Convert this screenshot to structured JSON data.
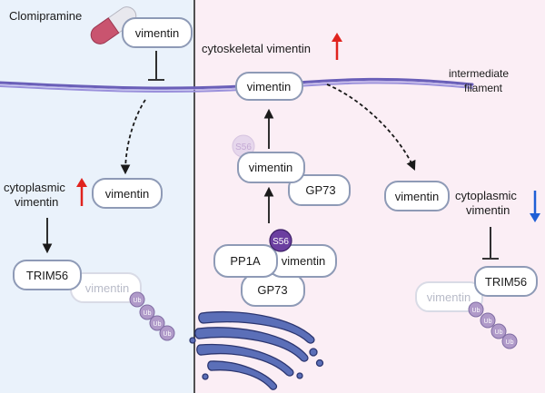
{
  "left_panel": {
    "drug_label": "Clomipramine",
    "vimentin_bound": "vimentin",
    "vimentin_free": "vimentin",
    "cytoplasmic_label_line1": "cytoplasmic",
    "cytoplasmic_label_line2": "vimentin",
    "trim56": "TRIM56",
    "vimentin_ubiquitinated": "vimentin",
    "ub_tags": [
      "Ub",
      "Ub",
      "Ub",
      "Ub"
    ]
  },
  "right_panel": {
    "cytoskeletal_label": "cytoskeletal vimentin",
    "filament_vimentin": "vimentin",
    "filament_label_line1": "intermediate",
    "filament_label_line2": "filament",
    "s56_faded": "S56",
    "complex_vimentin": "vimentin",
    "complex_gp73": "GP73",
    "golgi_pp1a": "PP1A",
    "golgi_s56": "S56",
    "golgi_vimentin": "vimentin",
    "golgi_gp73": "GP73",
    "vimentin_free": "vimentin",
    "cytoplasmic_label_line1": "cytoplasmic",
    "cytoplasmic_label_line2": "vimentin",
    "trim56": "TRIM56",
    "vimentin_ubiquitinated": "vimentin",
    "ub_tags": [
      "Ub",
      "Ub",
      "Ub",
      "Ub"
    ]
  },
  "colors": {
    "left_background": "#eaf2fb",
    "right_background": "#fbeef5",
    "filament": "#7d72c9",
    "arrow_up": "#e0231e",
    "arrow_down": "#1f5fd6",
    "s56_active": "#6b3fa0"
  }
}
